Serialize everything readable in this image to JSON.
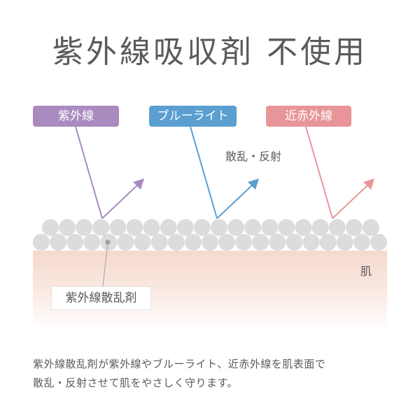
{
  "title": "紫外線吸収剤 不使用",
  "rays": [
    {
      "label": "紫外線",
      "color": "#a98bc0"
    },
    {
      "label": "ブルーライト",
      "color": "#5a9fd0"
    },
    {
      "label": "近赤外線",
      "color": "#e8959a"
    }
  ],
  "scatter_label": "散乱・反射",
  "skin_label": "肌",
  "agent_label": "紫外線散乱剤",
  "particle_color": "#dcdcdc",
  "description": {
    "line1": "紫外線散乱剤が紫外線やブルーライト、近赤外線を肌表面で",
    "line2": "散乱・反射させて肌をやさしく守ります。"
  }
}
